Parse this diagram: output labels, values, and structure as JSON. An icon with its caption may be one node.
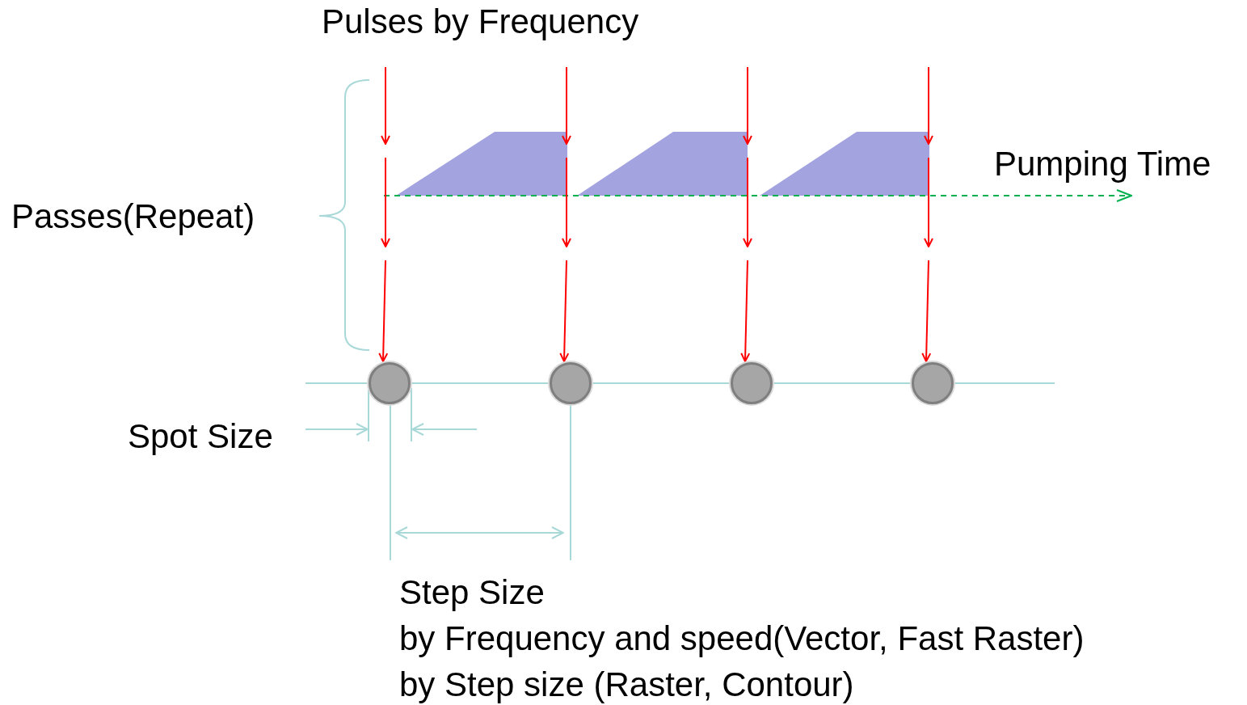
{
  "diagram": {
    "title": "Pulses by Frequency",
    "nodes": [
      {
        "text": [],
        "shape": "circle"
      },
      {
        "text": [],
        "shape": "circle"
      },
      {
        "text": [],
        "shape": "circle"
      },
      {
        "text": [],
        "shape": "circle"
      }
    ],
    "edges": [
      {
        "from": null,
        "to": 0,
        "arrow": "to"
      },
      {
        "from": null,
        "to": 1,
        "arrow": "to"
      },
      {
        "from": null,
        "to": 2,
        "arrow": "to"
      },
      {
        "from": null,
        "to": 3,
        "arrow": "to"
      }
    ],
    "labels": [
      "Passes(Repeat)",
      "Pumping Time",
      "Spot Size",
      "Step Size",
      "by Frequency and speed(Vector, Fast Raster)",
      "by Step size (Raster, Contour)"
    ]
  }
}
